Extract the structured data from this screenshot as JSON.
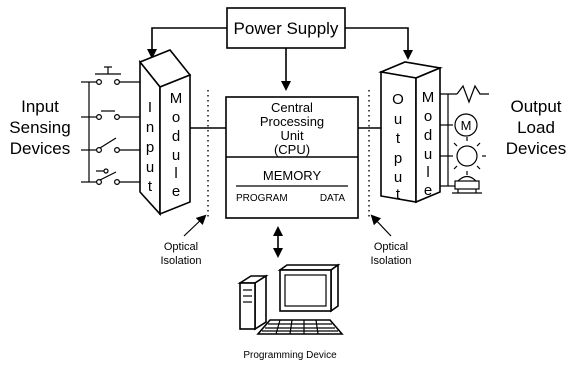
{
  "power_supply": {
    "label": "Power Supply"
  },
  "input_side": {
    "label_lines": [
      "Input",
      "Sensing",
      "Devices"
    ],
    "module_col1": [
      "I",
      "n",
      "p",
      "u",
      "t"
    ],
    "module_col2": [
      "M",
      "o",
      "d",
      "u",
      "l",
      "e"
    ]
  },
  "output_side": {
    "label_lines": [
      "Output",
      "Load",
      "Devices"
    ],
    "module_col1": [
      "O",
      "u",
      "t",
      "p",
      "u",
      "t"
    ],
    "module_col2": [
      "M",
      "o",
      "d",
      "u",
      "l",
      "e"
    ],
    "motor_symbol": "M"
  },
  "cpu": {
    "label_lines": [
      "Central",
      "Processing",
      "Unit",
      "(CPU)"
    ],
    "memory_label": "MEMORY",
    "program_label": "PROGRAM",
    "data_label": "DATA"
  },
  "optical_left": {
    "label_lines": [
      "Optical",
      "Isolation"
    ]
  },
  "optical_right": {
    "label_lines": [
      "Optical",
      "Isolation"
    ]
  },
  "programming_device": {
    "label": "Programming Device"
  }
}
